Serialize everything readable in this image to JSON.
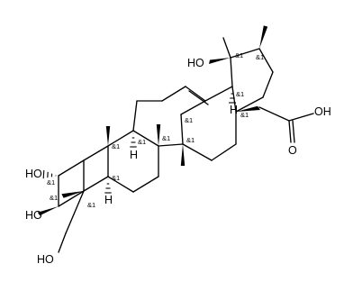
{
  "molecule": {
    "atom_labels": {
      "oh_c19": "HO",
      "oh_c2": "HO",
      "oh_c3": "HO",
      "oh_c23": "HO",
      "cooh_oh": "OH",
      "cooh_o": "O",
      "h_c18": "H",
      "h_c9": "H",
      "h_c5": "H"
    },
    "stereo_label": "&1",
    "stereo_count": 13
  }
}
